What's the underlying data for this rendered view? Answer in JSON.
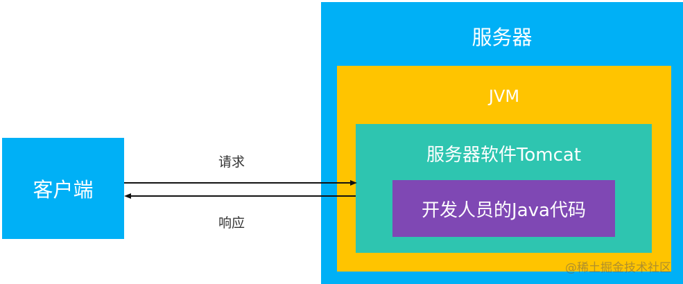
{
  "diagram": {
    "client": {
      "label": "客户端",
      "color": "#00b0f6"
    },
    "server": {
      "label": "服务器",
      "color": "#00b0f6"
    },
    "jvm": {
      "label": "JVM",
      "color": "#ffc400"
    },
    "tomcat": {
      "label": "服务器软件Tomcat",
      "color": "#2ec5b0"
    },
    "developer_code": {
      "label": "开发人员的Java代码",
      "color": "#7f48b4"
    },
    "arrows": [
      {
        "label": "请求",
        "direction": "client-to-tomcat"
      },
      {
        "label": "响应",
        "direction": "tomcat-to-client"
      }
    ],
    "watermark": "@稀土掘金技术社区"
  }
}
